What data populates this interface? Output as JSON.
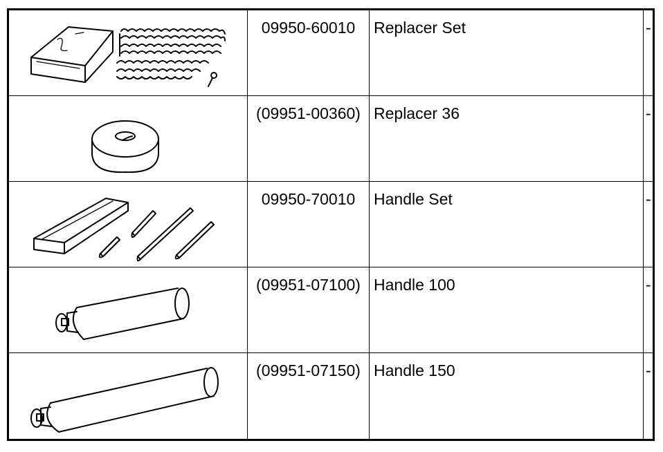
{
  "rows": [
    {
      "icon": "replacer-set-illustration",
      "part_number": "09950-60010",
      "name": "Replacer Set",
      "qty": "-"
    },
    {
      "icon": "replacer-ring-illustration",
      "part_number": "(09951-00360)",
      "name": "Replacer 36",
      "qty": "-"
    },
    {
      "icon": "handle-set-illustration",
      "part_number": "09950-70010",
      "name": "Handle Set",
      "qty": "-"
    },
    {
      "icon": "handle-short-illustration",
      "part_number": "(09951-07100)",
      "name": "Handle 100",
      "qty": "-"
    },
    {
      "icon": "handle-long-illustration",
      "part_number": "(09951-07150)",
      "name": "Handle 150",
      "qty": "-"
    }
  ]
}
